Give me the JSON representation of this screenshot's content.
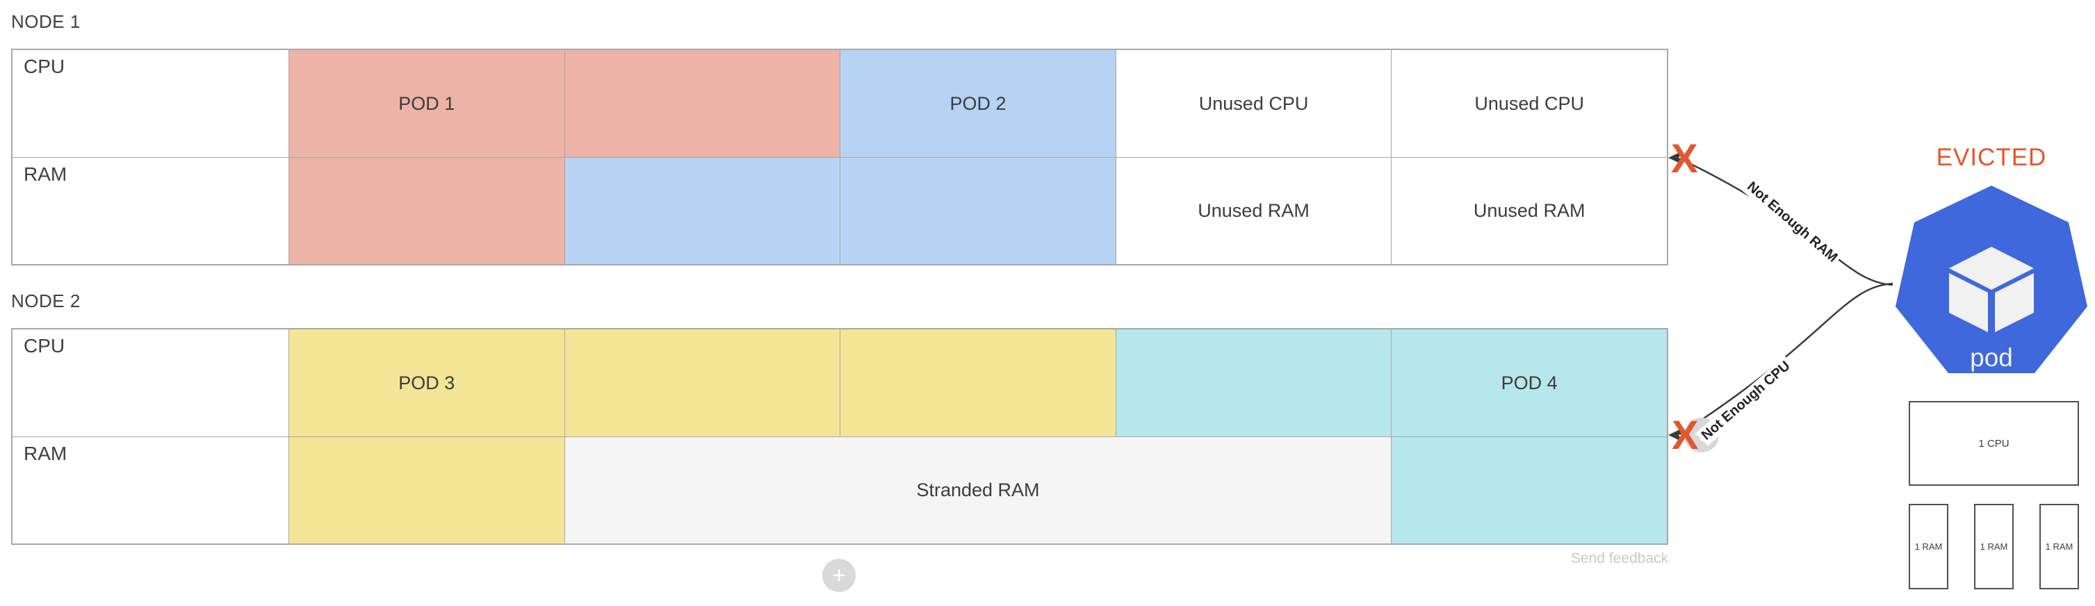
{
  "colors": {
    "salmon": "#ECB3A6",
    "blue": "#B6D3F3",
    "yellow": "#F3E595",
    "teal": "#B6E7EB",
    "stranded": "#F5F5F5",
    "white": "#FFFFFF",
    "accent_orange": "#E2572D",
    "k8s_blue": "#3E68DC",
    "edge_line": "#3A3A3A"
  },
  "nodes": [
    {
      "label": "NODE 1",
      "rows": [
        {
          "label": "CPU",
          "cells": [
            {
              "text": "POD 1",
              "color": "salmon",
              "span": 1
            },
            {
              "text": "",
              "color": "salmon",
              "span": 1
            },
            {
              "text": "POD 2",
              "color": "blue",
              "span": 1
            },
            {
              "text": "Unused CPU",
              "color": "white",
              "span": 1
            },
            {
              "text": "Unused CPU",
              "color": "white",
              "span": 1
            }
          ]
        },
        {
          "label": "RAM",
          "cells": [
            {
              "text": "",
              "color": "salmon",
              "span": 1
            },
            {
              "text": "",
              "color": "blue",
              "span": 1
            },
            {
              "text": "",
              "color": "blue",
              "span": 1
            },
            {
              "text": "Unused RAM",
              "color": "white",
              "span": 1
            },
            {
              "text": "Unused RAM",
              "color": "white",
              "span": 1
            }
          ]
        }
      ]
    },
    {
      "label": "NODE 2",
      "rows": [
        {
          "label": "CPU",
          "cells": [
            {
              "text": "POD 3",
              "color": "yellow",
              "span": 1
            },
            {
              "text": "",
              "color": "yellow",
              "span": 1
            },
            {
              "text": "",
              "color": "yellow",
              "span": 1
            },
            {
              "text": "",
              "color": "teal",
              "span": 1
            },
            {
              "text": "POD 4",
              "color": "teal",
              "span": 1
            }
          ]
        },
        {
          "label": "RAM",
          "cells": [
            {
              "text": "",
              "color": "yellow",
              "span": 1
            },
            {
              "text": "Stranded RAM",
              "color": "stranded",
              "span": 3
            },
            {
              "text": "",
              "color": "teal",
              "span": 1
            }
          ]
        }
      ]
    }
  ],
  "edges": [
    {
      "label": "Not Enough RAM"
    },
    {
      "label": "Not Enough CPU"
    }
  ],
  "evicted": {
    "title": "EVICTED",
    "pod_label": "pod"
  },
  "pod_spec": {
    "cpu": "1 CPU",
    "ram_units": [
      "1 RAM",
      "1 RAM",
      "1 RAM"
    ]
  },
  "footer": {
    "send_feedback": "Send feedback",
    "add_button": "+",
    "plus_handle": "+",
    "x_mark": "X"
  }
}
